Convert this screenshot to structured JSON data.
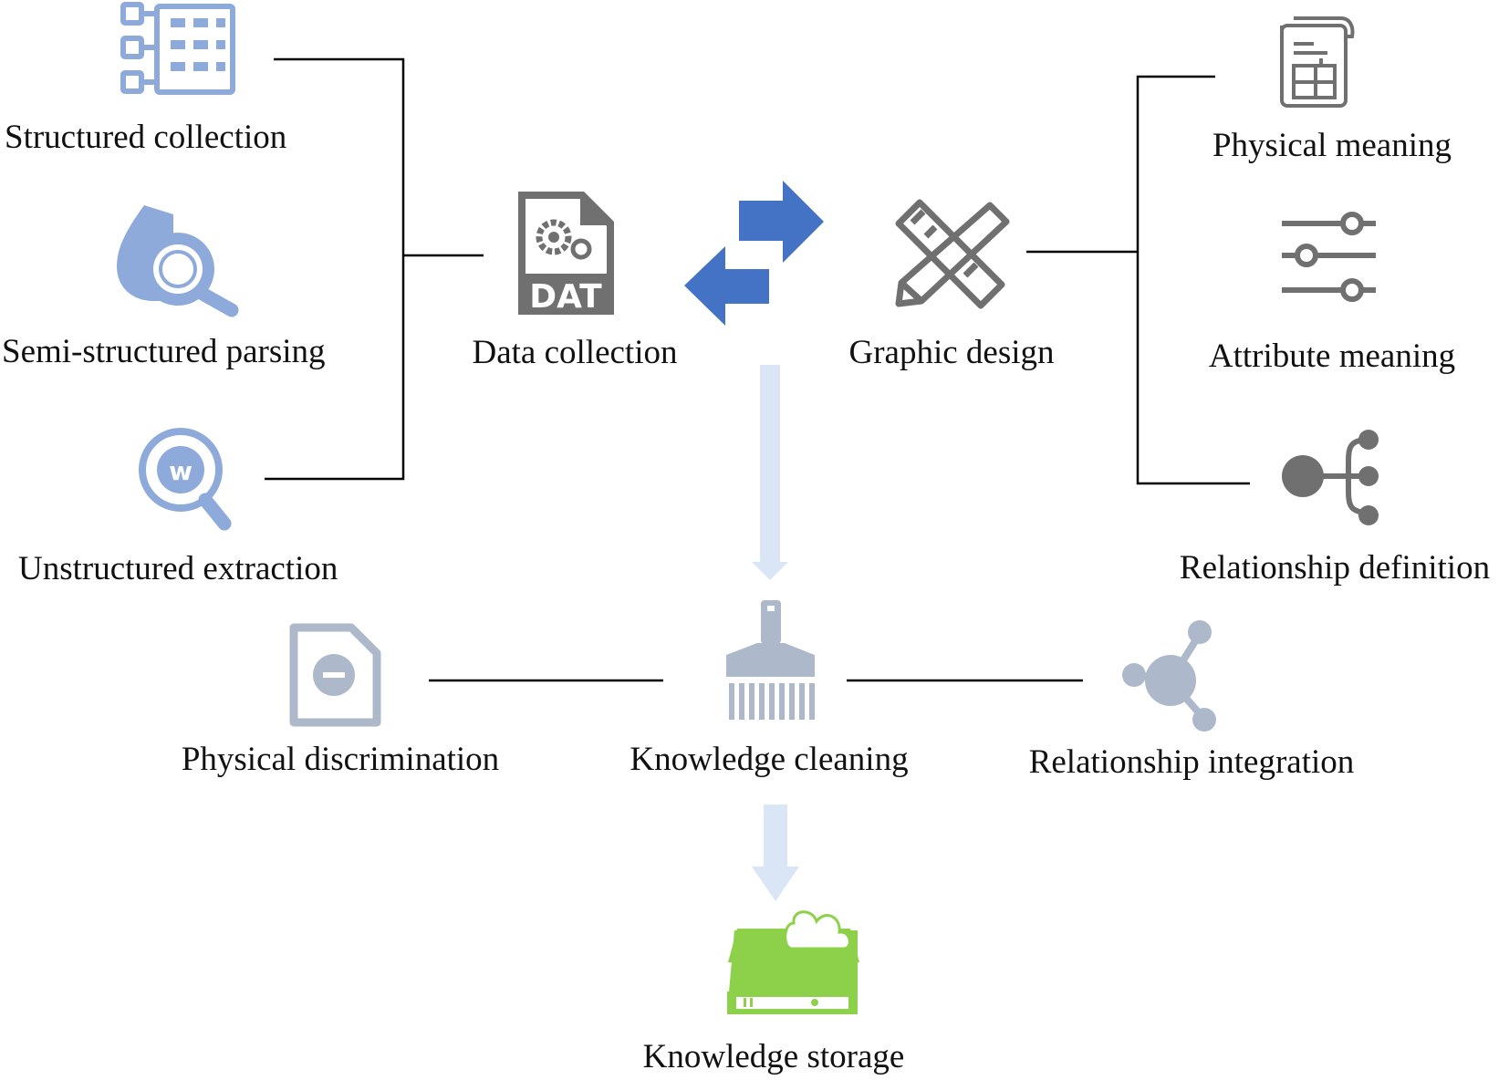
{
  "labels": {
    "structured_collection": "Structured collection",
    "semi_structured_parsing": "Semi-structured parsing",
    "unstructured_extraction": "Unstructured extraction",
    "data_collection": "Data collection",
    "graphic_design": "Graphic design",
    "physical_meaning": "Physical meaning",
    "attribute_meaning": "Attribute meaning",
    "relationship_definition": "Relationship definition",
    "physical_discrimination": "Physical discrimination",
    "knowledge_cleaning": "Knowledge cleaning",
    "relationship_integration": "Relationship integration",
    "knowledge_storage": "Knowledge storage",
    "dat_badge": "DAT"
  },
  "icons": {
    "structured_collection": "table-hierarchy-icon",
    "semi_structured_parsing": "drop-magnifier-icon",
    "unstructured_extraction": "w-magnifier-icon",
    "data_collection": "dat-file-icon",
    "exchange": "swap-arrows-icon",
    "graphic_design": "ruler-pencil-icon",
    "physical_meaning": "blueprint-scroll-icon",
    "attribute_meaning": "sliders-icon",
    "relationship_definition": "branch-node-icon",
    "physical_discrimination": "file-minus-icon",
    "knowledge_cleaning": "brush-icon",
    "relationship_integration": "network-node-icon",
    "knowledge_storage": "cloud-server-icon"
  },
  "colors": {
    "light_blue_icon": "#8eaadb",
    "gray_icon": "#707070",
    "exchange_arrow": "#4472c4",
    "flow_arrow": "#dae6f5",
    "slate_icon": "#adb9ca",
    "storage_green": "#8dd04a",
    "connector_line": "#000000"
  }
}
